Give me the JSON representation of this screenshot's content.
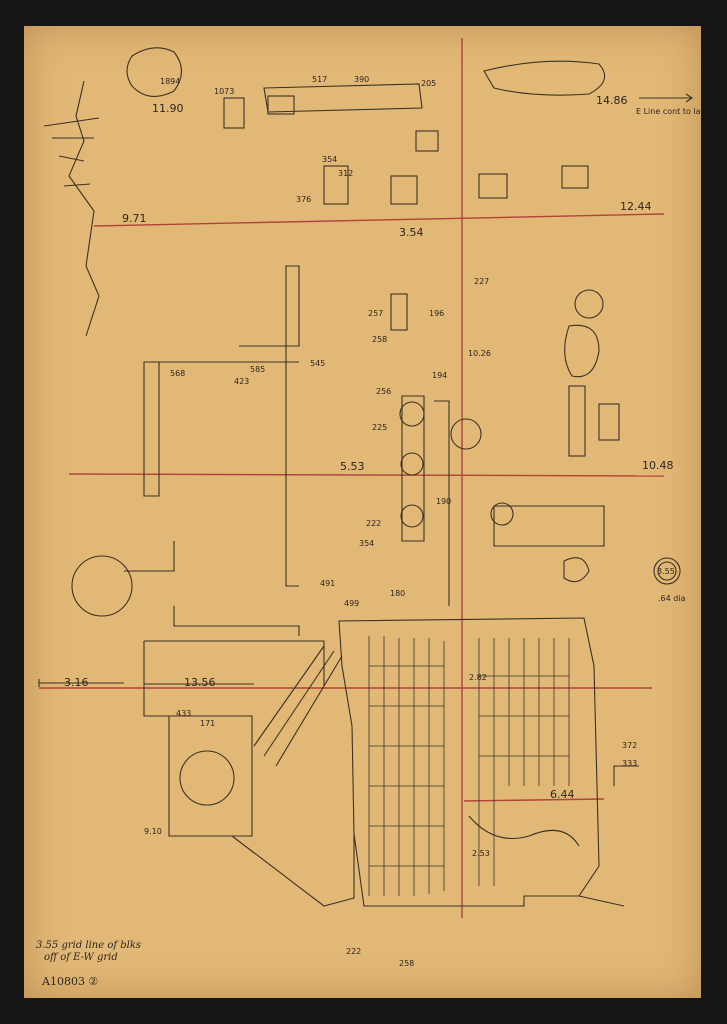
{
  "document": {
    "grid_line_colors": {
      "ns": "#b0433a",
      "ew": "#b0433a"
    },
    "grid_measures": [
      {
        "id": "m-971",
        "text": "9.71"
      },
      {
        "id": "m-354",
        "text": "3.54"
      },
      {
        "id": "m-1244",
        "text": "12.44"
      },
      {
        "id": "m-553",
        "text": "5.53"
      },
      {
        "id": "m-1048",
        "text": "10.48"
      },
      {
        "id": "m-316",
        "text": "3.16"
      },
      {
        "id": "m-1356",
        "text": "13.56"
      },
      {
        "id": "m-1486",
        "text": "14.86"
      },
      {
        "id": "m-1190",
        "text": "11.90"
      },
      {
        "id": "m-1026",
        "text": "10.26"
      },
      {
        "id": "m-282",
        "text": "2.82"
      },
      {
        "id": "m-444",
        "text": "6.44"
      },
      {
        "id": "m-253",
        "text": "2.53"
      },
      {
        "id": "m-1894",
        "text": "1894"
      }
    ],
    "elevations": [
      {
        "id": "e-517",
        "text": "517"
      },
      {
        "id": "e-390",
        "text": "390"
      },
      {
        "id": "e-205",
        "text": "205"
      },
      {
        "id": "e-1073",
        "text": "1073"
      },
      {
        "id": "e-354",
        "text": "354"
      },
      {
        "id": "e-257",
        "text": "257"
      },
      {
        "id": "e-258",
        "text": "258"
      },
      {
        "id": "e-196",
        "text": "196"
      },
      {
        "id": "e-194",
        "text": "194"
      },
      {
        "id": "e-225",
        "text": "225"
      },
      {
        "id": "e-256",
        "text": "256"
      },
      {
        "id": "e-190",
        "text": "190"
      },
      {
        "id": "e-222",
        "text": "222"
      },
      {
        "id": "e-354b",
        "text": "354"
      },
      {
        "id": "e-568",
        "text": "568"
      },
      {
        "id": "e-585",
        "text": "585"
      },
      {
        "id": "e-545",
        "text": "545"
      },
      {
        "id": "e-423",
        "text": "423"
      },
      {
        "id": "e-499",
        "text": "499"
      },
      {
        "id": "e-180",
        "text": "180"
      },
      {
        "id": "e-491",
        "text": "491"
      },
      {
        "id": "e-433",
        "text": "433"
      },
      {
        "id": "e-171",
        "text": "171"
      },
      {
        "id": "e-312",
        "text": "312"
      },
      {
        "id": "e-376",
        "text": "376"
      },
      {
        "id": "e-372",
        "text": "372"
      },
      {
        "id": "e-333",
        "text": "333"
      },
      {
        "id": "e-227",
        "text": "227"
      },
      {
        "id": "e-222b",
        "text": "222"
      },
      {
        "id": "e-258b",
        "text": "258"
      },
      {
        "id": "e-910",
        "text": "9.10"
      }
    ],
    "notes": {
      "east_line": "E Line cont to last block",
      "grid_note_line1": "3.55 grid line of blks",
      "grid_note_line2": "off of E-W grid",
      "catalog_id": "A10803 ②",
      "circle_label": "3.55",
      "dia_label": ".64 dia"
    }
  }
}
